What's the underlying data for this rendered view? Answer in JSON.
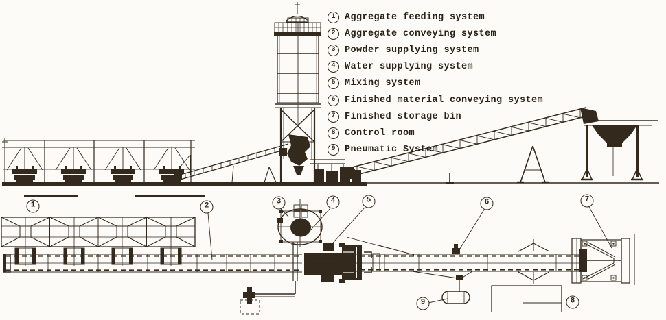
{
  "page": {
    "paper_color": "#fcfbf7",
    "ink_color": "#33291d"
  },
  "legend": {
    "items": [
      {
        "num": "1",
        "label": "Aggregate feeding system"
      },
      {
        "num": "2",
        "label": "Aggregate conveying system"
      },
      {
        "num": "3",
        "label": "Powder supplying system"
      },
      {
        "num": "4",
        "label": "Water supplying system"
      },
      {
        "num": "5",
        "label": "Mixing system"
      },
      {
        "num": "6",
        "label": "Finished material conveying system"
      },
      {
        "num": "7",
        "label": "Finished storage bin"
      },
      {
        "num": "8",
        "label": "Control room"
      },
      {
        "num": "9",
        "label": "Pneumatic System"
      }
    ]
  },
  "callouts": [
    {
      "num": "1"
    },
    {
      "num": "2"
    },
    {
      "num": "3"
    },
    {
      "num": "4"
    },
    {
      "num": "5"
    },
    {
      "num": "6"
    },
    {
      "num": "7"
    },
    {
      "num": "8"
    },
    {
      "num": "9"
    }
  ]
}
